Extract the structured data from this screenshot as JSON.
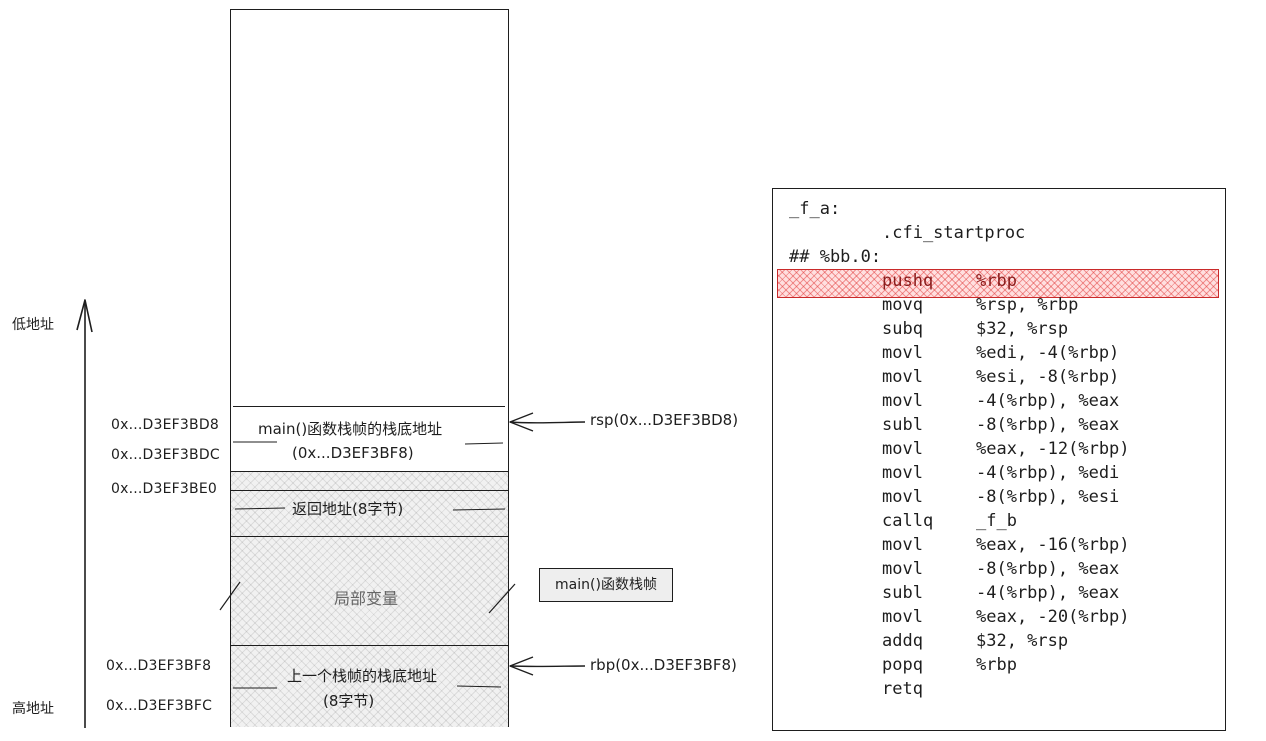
{
  "axis": {
    "low_label": "低地址",
    "high_label": "高地址"
  },
  "addresses": {
    "a_bd8": "0x...D3EF3BD8",
    "a_bdc": "0x...D3EF3BDC",
    "a_be0": "0x...D3EF3BE0",
    "a_bf8": "0x...D3EF3BF8",
    "a_bfc": "0x...D3EF3BFC"
  },
  "stack": {
    "main_base_line1": "main()函数栈帧的栈底地址",
    "main_base_line2": "(0x...D3EF3BF8)",
    "return_addr": "返回地址(8字节)",
    "locals": "局部变量",
    "prev_base_line1": "上一个栈帧的栈底地址",
    "prev_base_line2": "(8字节)",
    "frame_label": "main()函数栈帧"
  },
  "pointers": {
    "rsp": "rsp(0x...D3EF3BD8)",
    "rbp": "rbp(0x...D3EF3BF8)"
  },
  "colors": {
    "stroke": "#1e1e1e",
    "highlight_stroke": "#c92a2a",
    "highlight_fill": "#ffc9c9"
  },
  "code": {
    "highlighted_line": 3,
    "lines": [
      {
        "text": "_f_a:"
      },
      {
        "mn": ".cfi_startproc",
        "op": ""
      },
      {
        "text": "## %bb.0:"
      },
      {
        "mn": "pushq",
        "op": "%rbp"
      },
      {
        "mn": "movq",
        "op": "%rsp, %rbp"
      },
      {
        "mn": "subq",
        "op": "$32, %rsp"
      },
      {
        "mn": "movl",
        "op": "%edi, -4(%rbp)"
      },
      {
        "mn": "movl",
        "op": "%esi, -8(%rbp)"
      },
      {
        "mn": "movl",
        "op": "-4(%rbp), %eax"
      },
      {
        "mn": "subl",
        "op": "-8(%rbp), %eax"
      },
      {
        "mn": "movl",
        "op": "%eax, -12(%rbp)"
      },
      {
        "mn": "movl",
        "op": "-4(%rbp), %edi"
      },
      {
        "mn": "movl",
        "op": "-8(%rbp), %esi"
      },
      {
        "mn": "callq",
        "op": "_f_b"
      },
      {
        "mn": "movl",
        "op": "%eax, -16(%rbp)"
      },
      {
        "mn": "movl",
        "op": "-8(%rbp), %eax"
      },
      {
        "mn": "subl",
        "op": "-4(%rbp), %eax"
      },
      {
        "mn": "movl",
        "op": "%eax, -20(%rbp)"
      },
      {
        "mn": "addq",
        "op": "$32, %rsp"
      },
      {
        "mn": "popq",
        "op": "%rbp"
      },
      {
        "mn": "retq",
        "op": ""
      }
    ]
  }
}
